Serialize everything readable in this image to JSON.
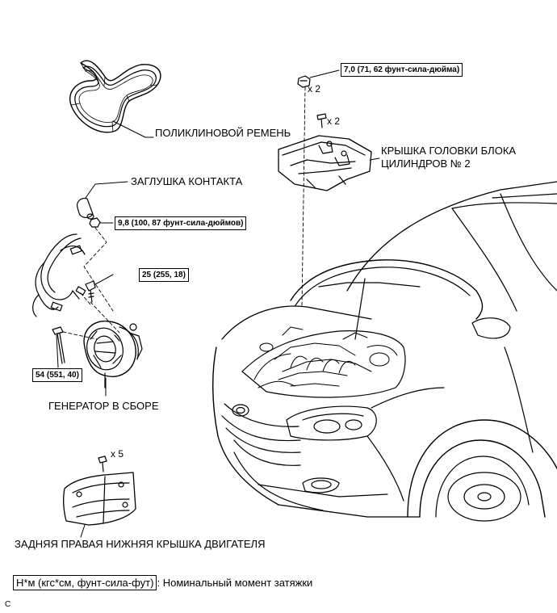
{
  "labels": {
    "belt": "ПОЛИКЛИНОВОЙ РЕМЕНЬ",
    "cover_line1": "КРЫШКА ГОЛОВКИ БЛОКА",
    "cover_line2": "ЦИЛИНДРОВ № 2",
    "terminal_cap": "ЗАГЛУШКА КОНТАКТА",
    "generator": "ГЕНЕРАТОР В СБОРЕ",
    "lower_cover": "ЗАДНЯЯ ПРАВАЯ НИЖНЯЯ КРЫШКА ДВИГАТЕЛЯ"
  },
  "torques": {
    "cover_nut": "7,0 (71, 62 фунт-сила-дюйма)",
    "terminal_nut": "9,8 (100, 87 фунт-сила-дюймов)",
    "wire_bolt": "25 (255, 18)",
    "generator_bolt": "54 (551, 40)"
  },
  "quantities": {
    "cover_nut": "x 2",
    "cover_clip": "x 2",
    "lower_cover_screw": "x 5"
  },
  "legend": {
    "unit": "Н*м (кгс*см, фунт-сила-фут)",
    "separator": ":",
    "description": "Номинальный момент затяжки"
  },
  "corner_mark": "C"
}
